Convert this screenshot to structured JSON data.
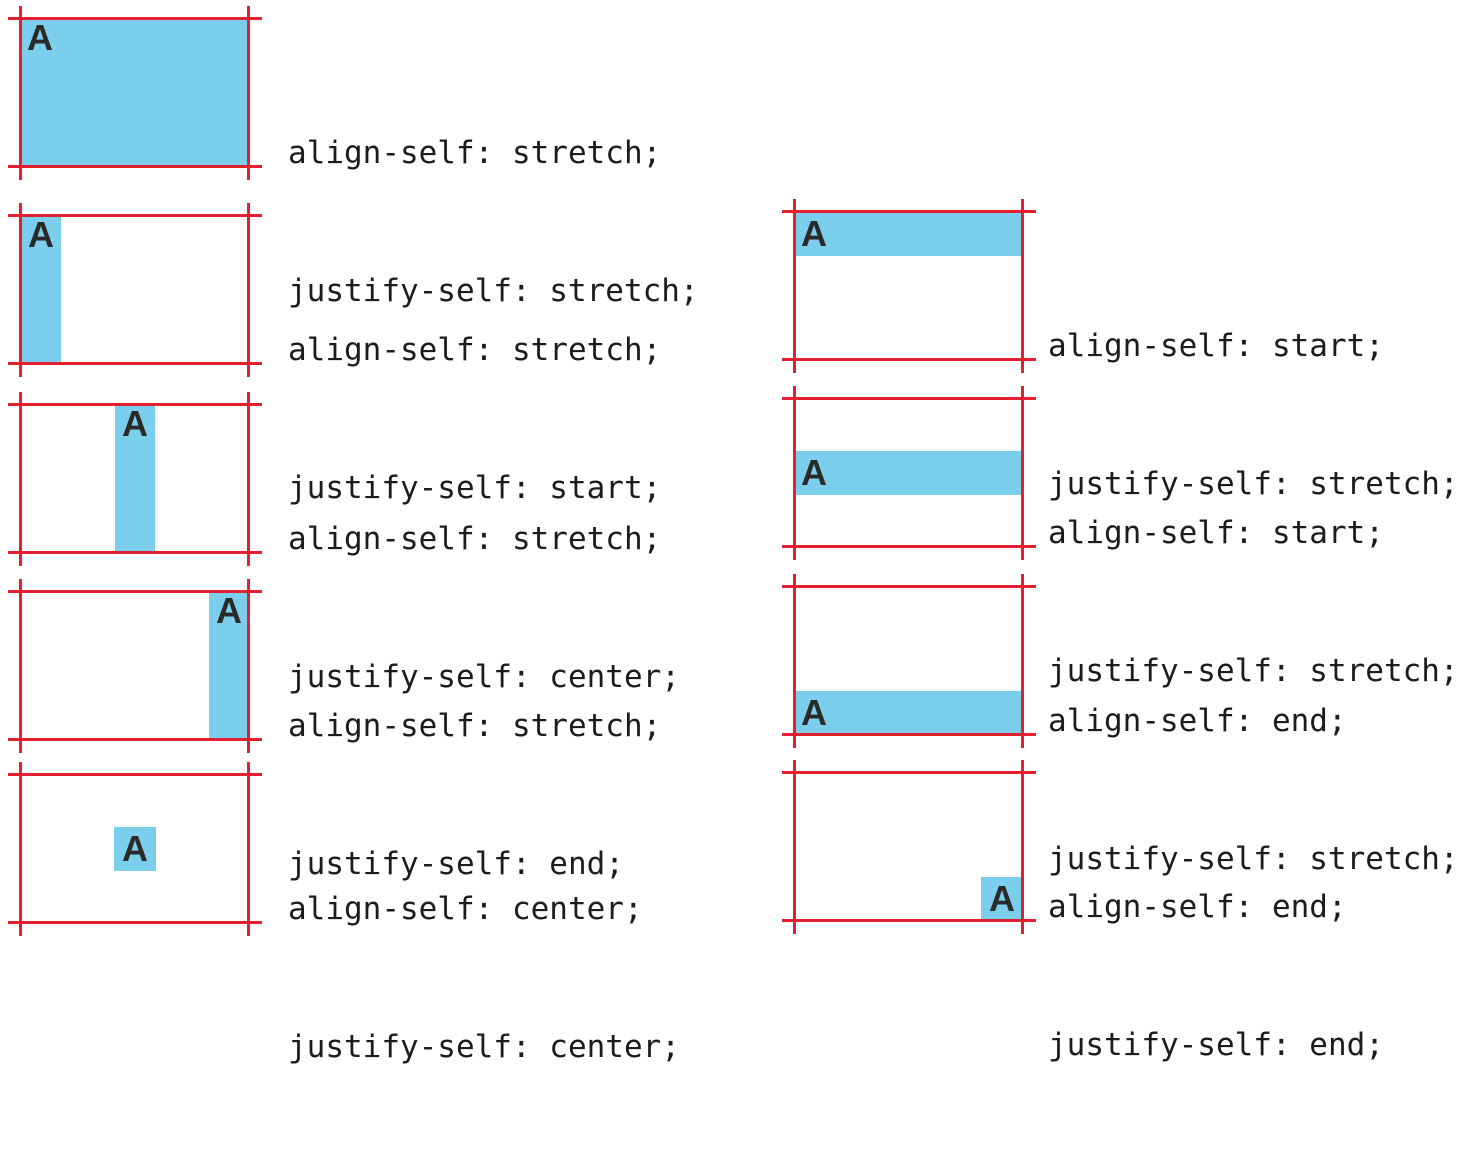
{
  "colors": {
    "item_fill": "#7ccfec",
    "grid_line_red": "#e32030",
    "item_label_color": "#2a2a2a",
    "code_text_color": "#1c1c1c"
  },
  "item_label": "A",
  "examples": [
    {
      "id": "l1",
      "column": "left",
      "row": 1,
      "code": [
        "align-self: stretch;",
        "justify-self: stretch;"
      ],
      "visual": {
        "align": "stretch",
        "justify": "stretch"
      }
    },
    {
      "id": "l2",
      "column": "left",
      "row": 2,
      "code": [
        "align-self: stretch;",
        "justify-self: start;"
      ],
      "visual": {
        "align": "stretch",
        "justify": "start"
      }
    },
    {
      "id": "l3",
      "column": "left",
      "row": 3,
      "code": [
        "align-self: stretch;",
        "justify-self: center;"
      ],
      "visual": {
        "align": "stretch",
        "justify": "center"
      }
    },
    {
      "id": "l4",
      "column": "left",
      "row": 4,
      "code": [
        "align-self: stretch;",
        "justify-self: end;"
      ],
      "visual": {
        "align": "stretch",
        "justify": "end"
      }
    },
    {
      "id": "l5",
      "column": "left",
      "row": 5,
      "code": [
        "align-self: center;",
        "justify-self: center;"
      ],
      "visual": {
        "align": "center",
        "justify": "center"
      }
    },
    {
      "id": "r2",
      "column": "right",
      "row": 2,
      "code": [
        "align-self: start;",
        "justify-self: stretch;"
      ],
      "visual": {
        "align": "start",
        "justify": "stretch"
      }
    },
    {
      "id": "r3",
      "column": "right",
      "row": 3,
      "code": [
        "align-self: start;",
        "justify-self: stretch;"
      ],
      "visual": {
        "align": "center",
        "justify": "stretch"
      }
    },
    {
      "id": "r4",
      "column": "right",
      "row": 4,
      "code": [
        "align-self: end;",
        "justify-self: stretch;"
      ],
      "visual": {
        "align": "end",
        "justify": "stretch"
      }
    },
    {
      "id": "r5",
      "column": "right",
      "row": 5,
      "code": [
        "align-self: end;",
        "justify-self: end;"
      ],
      "visual": {
        "align": "end",
        "justify": "end"
      }
    }
  ]
}
